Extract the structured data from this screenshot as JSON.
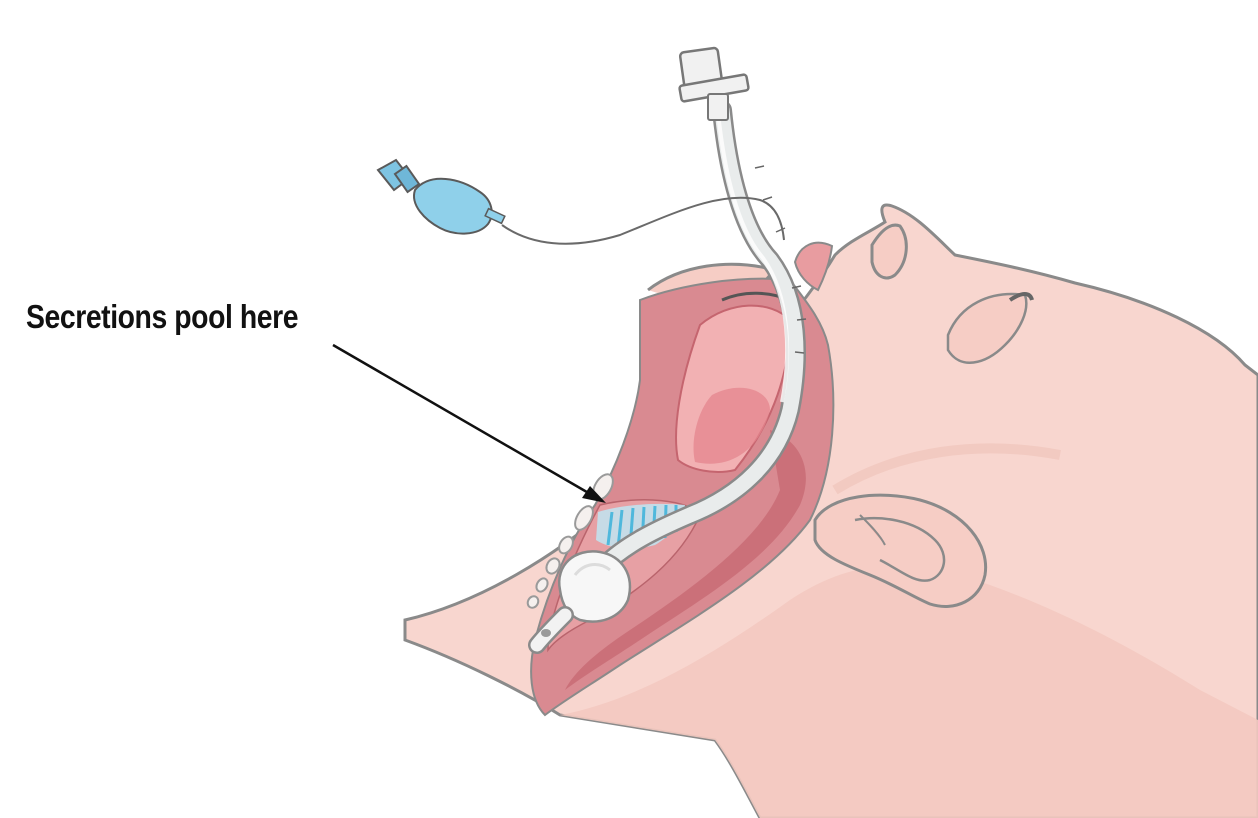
{
  "callout": {
    "label": "Secretions pool here"
  },
  "parts": {
    "head": "head-illustration",
    "airway": "airway-cross-section",
    "tube": "endotracheal-tube",
    "cuff": "inflated-cuff",
    "pilot": "pilot-balloon",
    "secretions": "subglottic-secretions",
    "arrow": "callout-arrow"
  },
  "colors": {
    "skin": "#f8d6cf",
    "skin_shadow": "#eec0b6",
    "outline": "#7a7a7a",
    "airway_wall": "#d98a91",
    "airway_dark": "#c5656f",
    "airway_light": "#f2b1b3",
    "tube": "#e9ecec",
    "cuff": "#f5f5f5",
    "pilot_balloon": "#8fd0ea",
    "secretions": "#4fb8dc",
    "text": "#111111"
  }
}
